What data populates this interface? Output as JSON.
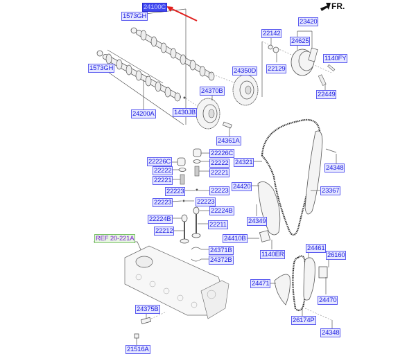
{
  "diagram": {
    "title_indicator": "FR.",
    "selected_part": "24100C",
    "reference": "REF 20-221A",
    "colors": {
      "label_text": "#1a1ae0",
      "label_bg": "#e6e8ff",
      "selected_bg": "#3f48f0",
      "highlight_arrow": "#e0201e",
      "ref_text": "#7a1ad8",
      "ref_border": "#7cc26a"
    },
    "labels": {
      "l24100C": "24100C",
      "l1573GH_a": "1573GH",
      "l1573GH_b": "1573GH",
      "l24200A": "24200A",
      "l1430JB": "1430JB",
      "l24370B": "24370B",
      "l24361A": "24361A",
      "l24350D": "24350D",
      "l22142": "22142",
      "l22129": "22129",
      "l23420": "23420",
      "l24625": "24625",
      "l1140FY": "1140FY",
      "l22449": "22449",
      "l22226C_a": "22226C",
      "l22226C_b": "22226C",
      "l22222_a": "22222",
      "l22222_b": "22222",
      "l22221_a": "22221",
      "l22221_b": "22221",
      "l22223_a": "22223",
      "l22223_b": "22223",
      "l22223_c": "22223",
      "l22223_d": "22223",
      "l22224B_a": "22224B",
      "l22224B_b": "22224B",
      "l22211": "22211",
      "l22212": "22212",
      "l24321": "24321",
      "l24348_a": "24348",
      "l24420": "24420",
      "l23367": "23367",
      "l24349": "24349",
      "l24410B": "24410B",
      "l1140ER": "1140ER",
      "l24371B": "24371B",
      "l24372B": "24372B",
      "l24461": "24461",
      "l26160": "26160",
      "l24471": "24471",
      "l24470": "24470",
      "l26174P": "26174P",
      "l24348_b": "24348",
      "l24375B": "24375B",
      "l21516A": "21516A"
    }
  }
}
